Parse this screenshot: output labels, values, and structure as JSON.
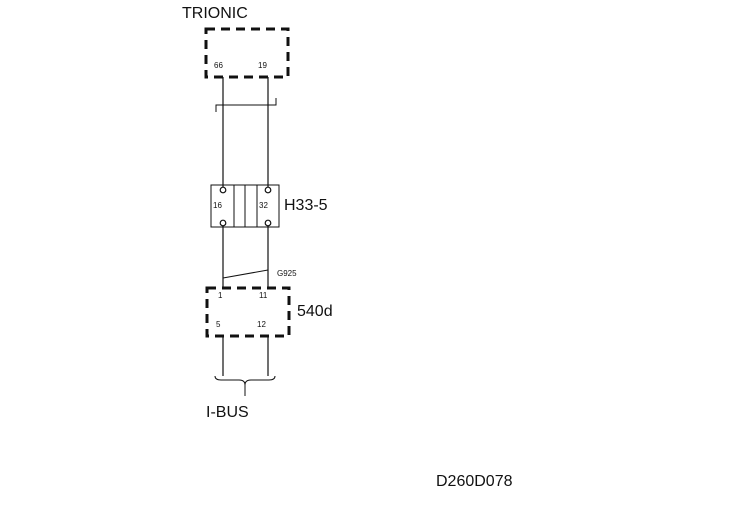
{
  "diagram": {
    "modules": {
      "trionic": {
        "label": "TRIONIC",
        "pins": [
          "66",
          "19"
        ]
      },
      "connector": {
        "label": "H33-5",
        "pins": [
          "16",
          "32"
        ]
      },
      "ecu": {
        "label": "540d",
        "pins": {
          "top_left": "1",
          "top_right": "11",
          "bottom_left": "5",
          "bottom_right": "12"
        }
      }
    },
    "twist_label": "G925",
    "bus_label": "I-BUS",
    "figure_id": "D260D078"
  }
}
